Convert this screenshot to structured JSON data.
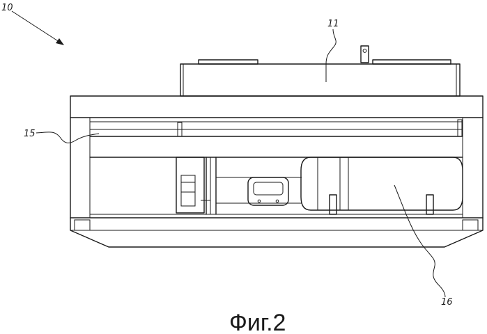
{
  "figure": {
    "caption": "Фиг.2",
    "refs": {
      "r10": "10",
      "r11": "11",
      "r15": "15",
      "r16": "16"
    }
  }
}
